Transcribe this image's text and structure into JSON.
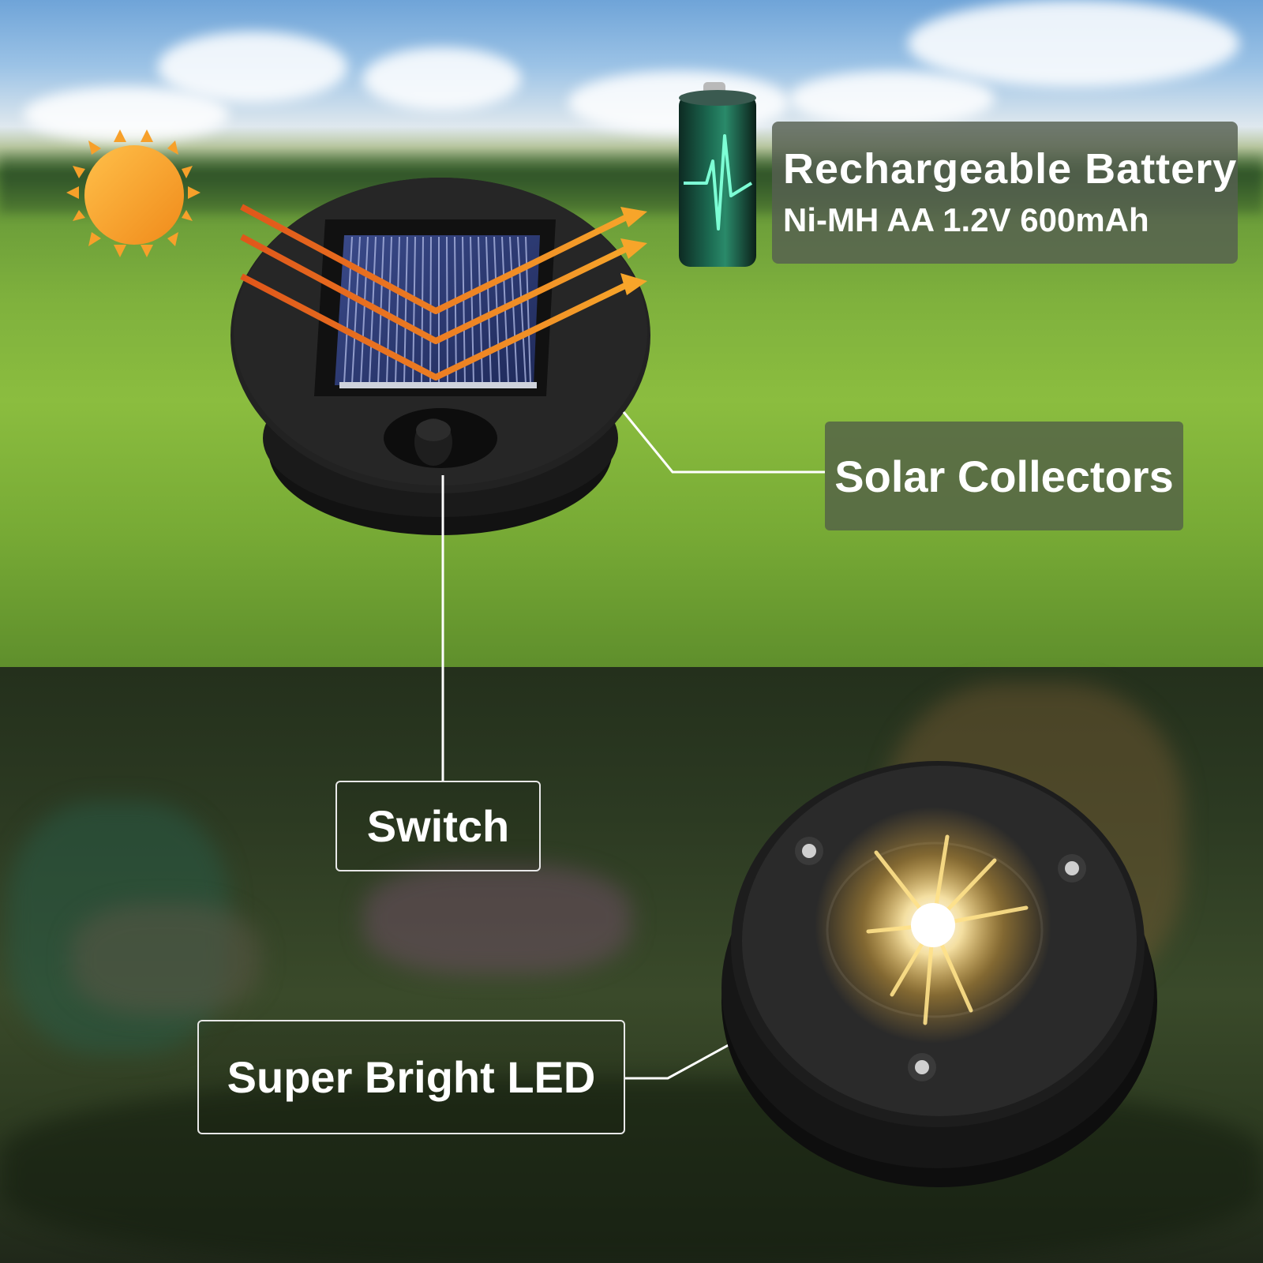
{
  "labels": {
    "battery_title": "Rechargeable Battery",
    "battery_spec": "Ni-MH AA 1.2V 600mAh",
    "solar": "Solar Collectors",
    "switch": "Switch",
    "led": "Super Bright LED"
  },
  "colors": {
    "sun": "#f7a02a",
    "rays": "#f28a1c",
    "battery_glow": "#1fe0a8",
    "led_glow": "#ffd36a",
    "label_bg": "#55605a"
  },
  "icons": [
    "sun-icon",
    "battery-icon",
    "solar-panel",
    "led-light"
  ]
}
